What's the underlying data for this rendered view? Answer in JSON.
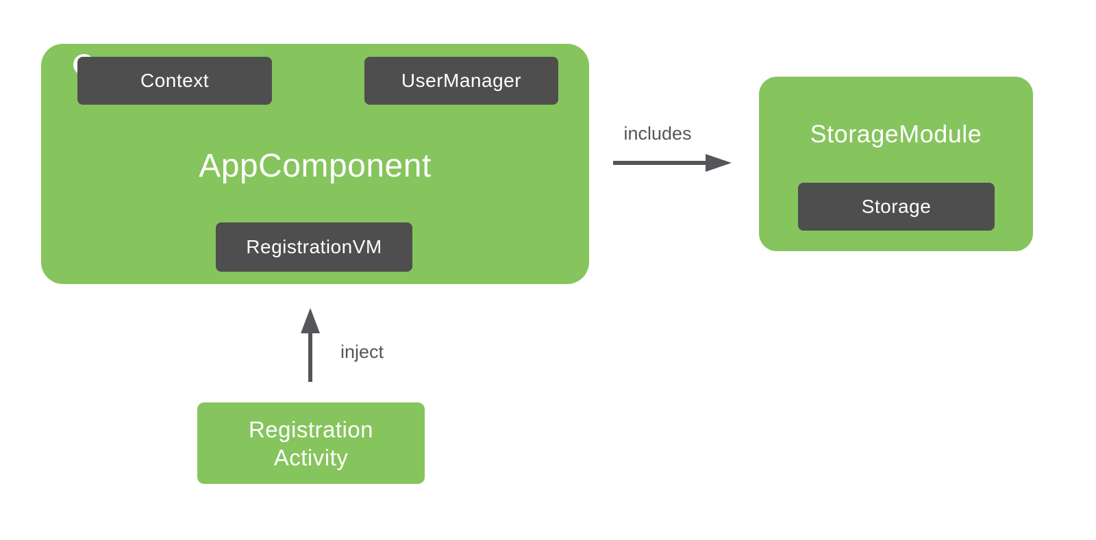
{
  "colors": {
    "background": "#FFFFFF",
    "green": "#86C45D",
    "dark": "#4E4E4E",
    "text_light": "#FFFFFF",
    "gray": "#55565A"
  },
  "nodes": {
    "app_component": {
      "title": "AppComponent"
    },
    "context": {
      "label": "Context"
    },
    "user_manager": {
      "label": "UserManager"
    },
    "registration_vm": {
      "label": "RegistrationVM"
    },
    "storage_module": {
      "title": "StorageModule"
    },
    "storage": {
      "label": "Storage"
    },
    "registration_activity": {
      "line1": "Registration",
      "line2": "Activity"
    }
  },
  "edges": {
    "includes": {
      "label": "includes"
    },
    "inject": {
      "label": "inject"
    }
  }
}
